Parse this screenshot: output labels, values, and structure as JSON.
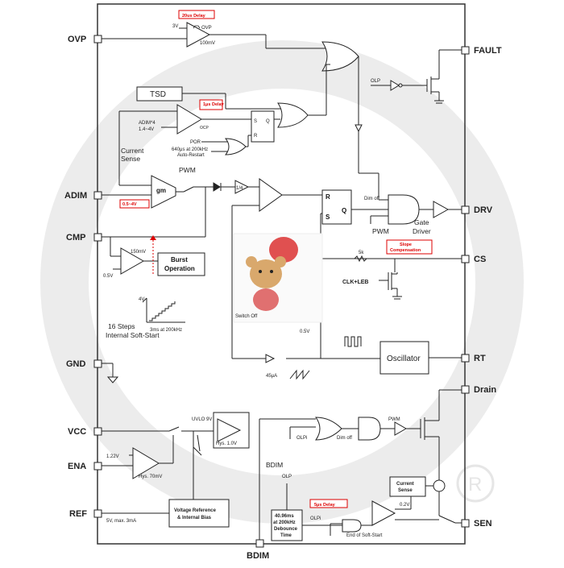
{
  "pins": {
    "ovp": "OVP",
    "adim": "ADIM",
    "cmp": "CMP",
    "gnd": "GND",
    "vcc": "VCC",
    "ena": "ENA",
    "ref": "REF",
    "bdim": "BDIM",
    "fault": "FAULT",
    "drv": "DRV",
    "cs": "CS",
    "rt": "RT",
    "drain": "Drain",
    "sen": "SEN"
  },
  "labels": {
    "delay_20us": "20us Delay",
    "ovp_3v": "3V",
    "ovp_tag": "OVP",
    "ovp_100mv": "100mV",
    "tsd": "TSD",
    "delay_1us": "1μs Delay",
    "adim_range": "ADIM*4",
    "adim_range2": "1.4~4V",
    "ocp": "OCP",
    "sr_s": "S",
    "sr_q": "Q",
    "sr_r": "R",
    "por": "POR",
    "restart": "640μs at 200kHz",
    "restart2": "Auto-Restart",
    "current_sense": "Current",
    "current_sense2": "Sense",
    "gm": "gm",
    "pwm_top": "PWM",
    "adim_window": "0.5~4V",
    "div4": "1/4",
    "rs_r": "R",
    "rs_s": "S",
    "rs_q": "Q",
    "dim_off": "Dim off",
    "pwm_mid": "PWM",
    "gate_driver": "Gate",
    "gate_driver2": "Driver",
    "olp_top": "OLP",
    "mv150": "150mV",
    "v05_cmp": "0.5V",
    "burst": "Burst",
    "burst2": "Operation",
    "v4": "4V",
    "softstart_time": "3ms at 200kHz",
    "steps": "16 Steps",
    "softstart": "Internal Soft-Start",
    "k5": "5k",
    "slope": "Slope",
    "slope2": "Compensation",
    "clk_leb": "CLK+LEB",
    "switch_off": "Switch Off",
    "v05_sw": "0.5V",
    "oscillator": "Oscillator",
    "ua45": "45μA",
    "uvlo": "UVLO 9V",
    "hys1": "Hys. 1.0V",
    "v122": "1.22V",
    "hys70": "Hys. 70mV",
    "olpi_a": "OLPi",
    "dim_off2": "Dim off",
    "pwm_low": "PWM",
    "bdim_inner": "BDIM",
    "olp_low": "OLP",
    "delay_5us": "5μs Delay",
    "debounce1": "40.96ms",
    "debounce2": "at 200kHz",
    "debounce3": "Debounce",
    "debounce4": "Time",
    "olpi_b": "OLPi",
    "current_sense_box": "Current",
    "current_sense_box2": "Sense",
    "v02": "0.2V",
    "end_softstart": "End of Soft-Start",
    "vref": "Voltage Reference",
    "vref2": "& Internal Bias",
    "ref_spec": "5V, max. 3mA"
  },
  "colors": {
    "line": "#222222",
    "red": "#dd1111",
    "watermark": "#e6e6e6"
  }
}
